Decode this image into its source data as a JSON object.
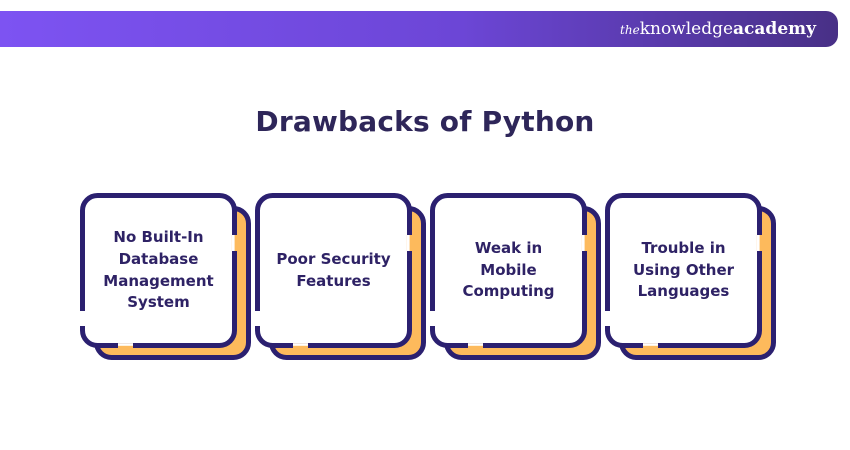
{
  "header": {
    "logo_the": "the",
    "logo_knowledge": "knowledge",
    "logo_academy": "academy"
  },
  "title": "Drawbacks of Python",
  "cards": [
    {
      "label": "No Built-In\nDatabase\nManagement\nSystem"
    },
    {
      "label": "Poor Security\nFeatures"
    },
    {
      "label": "Weak in\nMobile\nComputing"
    },
    {
      "label": "Trouble in\nUsing Other\nLanguages"
    }
  ],
  "colors": {
    "header_gradient_start": "#7D53F2",
    "header_gradient_end": "#483086",
    "card_outline": "#2B2070",
    "card_accent_orange": "#FDBA5C",
    "title_text": "#2E2659",
    "card_text": "#2E2265"
  }
}
